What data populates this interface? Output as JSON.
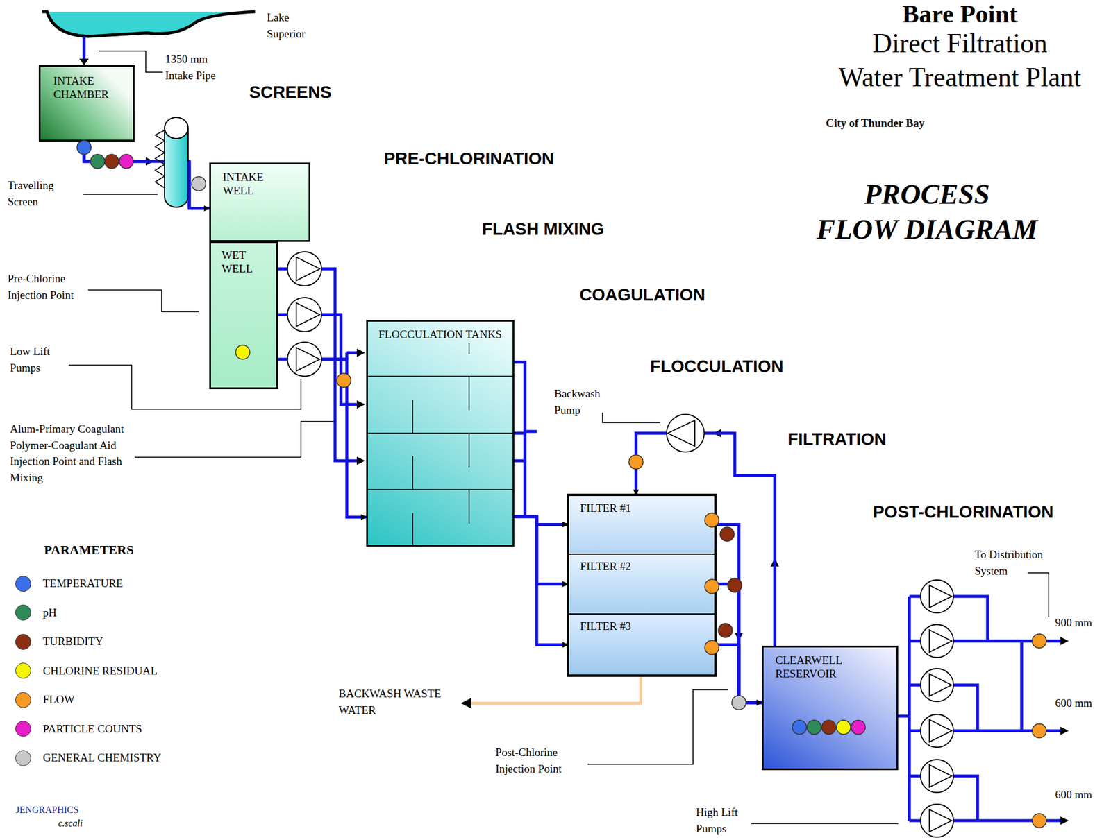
{
  "diagram": {
    "title": "Bare Point",
    "nodes": [
      {
        "text": [
          "INTAKE CHAMBER"
        ]
      },
      {
        "text": [
          "INTAKE WELL"
        ]
      },
      {
        "text": [
          "WET WELL"
        ]
      },
      {
        "text": [
          "FLOCCULATION TANKS"
        ]
      },
      {
        "text": [
          "FILTER #1"
        ]
      },
      {
        "text": [
          "FILTER #2"
        ]
      },
      {
        "text": [
          "FILTER #3"
        ]
      },
      {
        "text": [
          "CLEARWELL RESERVOIR"
        ]
      }
    ],
    "edges": [
      {
        "from": 0,
        "to": 1,
        "arrow": "to"
      },
      {
        "from": 2,
        "to": 3,
        "arrow": "to"
      },
      {
        "from": 3,
        "to": 4,
        "arrow": "to"
      },
      {
        "from": 3,
        "to": 5,
        "arrow": "to"
      },
      {
        "from": 3,
        "to": 6,
        "arrow": "to"
      },
      {
        "from": 4,
        "to": 7,
        "arrow": "to"
      },
      {
        "from": 5,
        "to": 7,
        "arrow": "to"
      },
      {
        "from": 6,
        "to": 7,
        "arrow": "to"
      },
      {
        "from": 7,
        "to": 4,
        "arrow": "to"
      }
    ],
    "labels": [
      "Lake Superior",
      "1350 mm Intake Pipe",
      "SCREENS",
      "PRE-CHLORINATION",
      "FLASH MIXING",
      "COAGULATION",
      "FLOCCULATION",
      "FILTRATION",
      "POST-CHLORINATION",
      "Direct Filtration",
      "Water Treatment Plant",
      "City of Thunder Bay",
      "PROCESS",
      "FLOW DIAGRAM",
      "Travelling Screen",
      "Pre-Chlorine Injection Point",
      "Low Lift Pumps",
      "Alum-Primary Coagulant Polymer-Coagulant Aid Injection Point and Flash Mixing",
      "Backwash Pump",
      "BACKWASH WASTE WATER",
      "Post-Chlorine Injection Point",
      "High Lift Pumps",
      "To Distribution System",
      "900 mm",
      "600 mm",
      "600 mm",
      "PARAMETERS",
      "JENGRAPHICS",
      "c.scali"
    ],
    "legend": [
      {
        "text": "TEMPERATURE",
        "color": "#3b6fe8"
      },
      {
        "text": "pH",
        "color": "#2e8b57"
      },
      {
        "text": "TURBIDITY",
        "color": "#8b2e12"
      },
      {
        "text": "CHLORINE RESIDUAL",
        "color": "#f5f500"
      },
      {
        "text": "FLOW",
        "color": "#f59a23"
      },
      {
        "text": "PARTICLE COUNTS",
        "color": "#e81ec8"
      },
      {
        "text": "GENERAL CHEMISTRY",
        "color": "#c8c8c8"
      }
    ]
  }
}
